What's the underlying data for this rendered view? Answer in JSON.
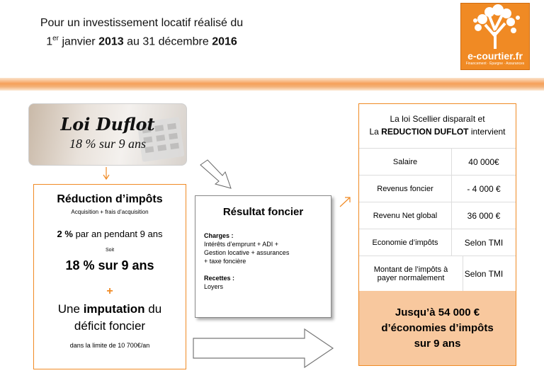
{
  "header": {
    "line1": "Pour un investissement locatif réalisé du",
    "line2_prefix": "1",
    "line2_sup": "er",
    "line2_mid1": " janvier ",
    "line2_year1": "2013",
    "line2_mid2": " au 31 décembre ",
    "line2_year2": "2016"
  },
  "logo": {
    "brand": "e-courtier.fr",
    "tagline": "Financement · Épargne · Assurances"
  },
  "duflot": {
    "name": "Loi Duflot",
    "rate": "18 % sur 9 ans"
  },
  "reduction": {
    "title": "Réduction d’impôts",
    "subtitle": "Acquisition + frais d’acquisition",
    "rate_bold": "2 %",
    "rate_rest": " par an pendant 9 ans",
    "soit": "Soit",
    "total": "18 % sur 9 ans",
    "plus": "+",
    "imputation_prefix": "Une ",
    "imputation_bold": "imputation",
    "imputation_suffix": " du",
    "deficit": "déficit foncier",
    "limit": "dans la limite de 10 700€/an"
  },
  "resultat": {
    "title": "Résultat foncier",
    "charges_label": "Charges :",
    "charges_lines": [
      "Intérêts d’emprunt + ADI +",
      "Gestion locative + assurances",
      "+ taxe foncière"
    ],
    "recettes_label": "Recettes :",
    "recettes_value": "Loyers"
  },
  "right_panel": {
    "header_line1": "La loi Scellier disparaît et",
    "header_line2_prefix": "La ",
    "header_line2_bold": "REDUCTION DUFLOT",
    "header_line2_suffix": " intervient",
    "rows": [
      {
        "label": "Salaire",
        "value": "40 000€"
      },
      {
        "label": "Revenus foncier",
        "value": "- 4 000 €"
      },
      {
        "label": "Revenu Net global",
        "value": "36 000 €"
      },
      {
        "label": "Economie d’impôts",
        "value": "Selon TMI"
      },
      {
        "label": "Montant de l’impôts à payer normalement",
        "value": "Selon TMI"
      }
    ],
    "footer_lines": [
      "Jusqu’à 54 000 €",
      "d’économies d’impôts",
      "sur 9 ans"
    ]
  },
  "colors": {
    "accent": "#f08a24",
    "footer_bg": "#f8c89e"
  }
}
